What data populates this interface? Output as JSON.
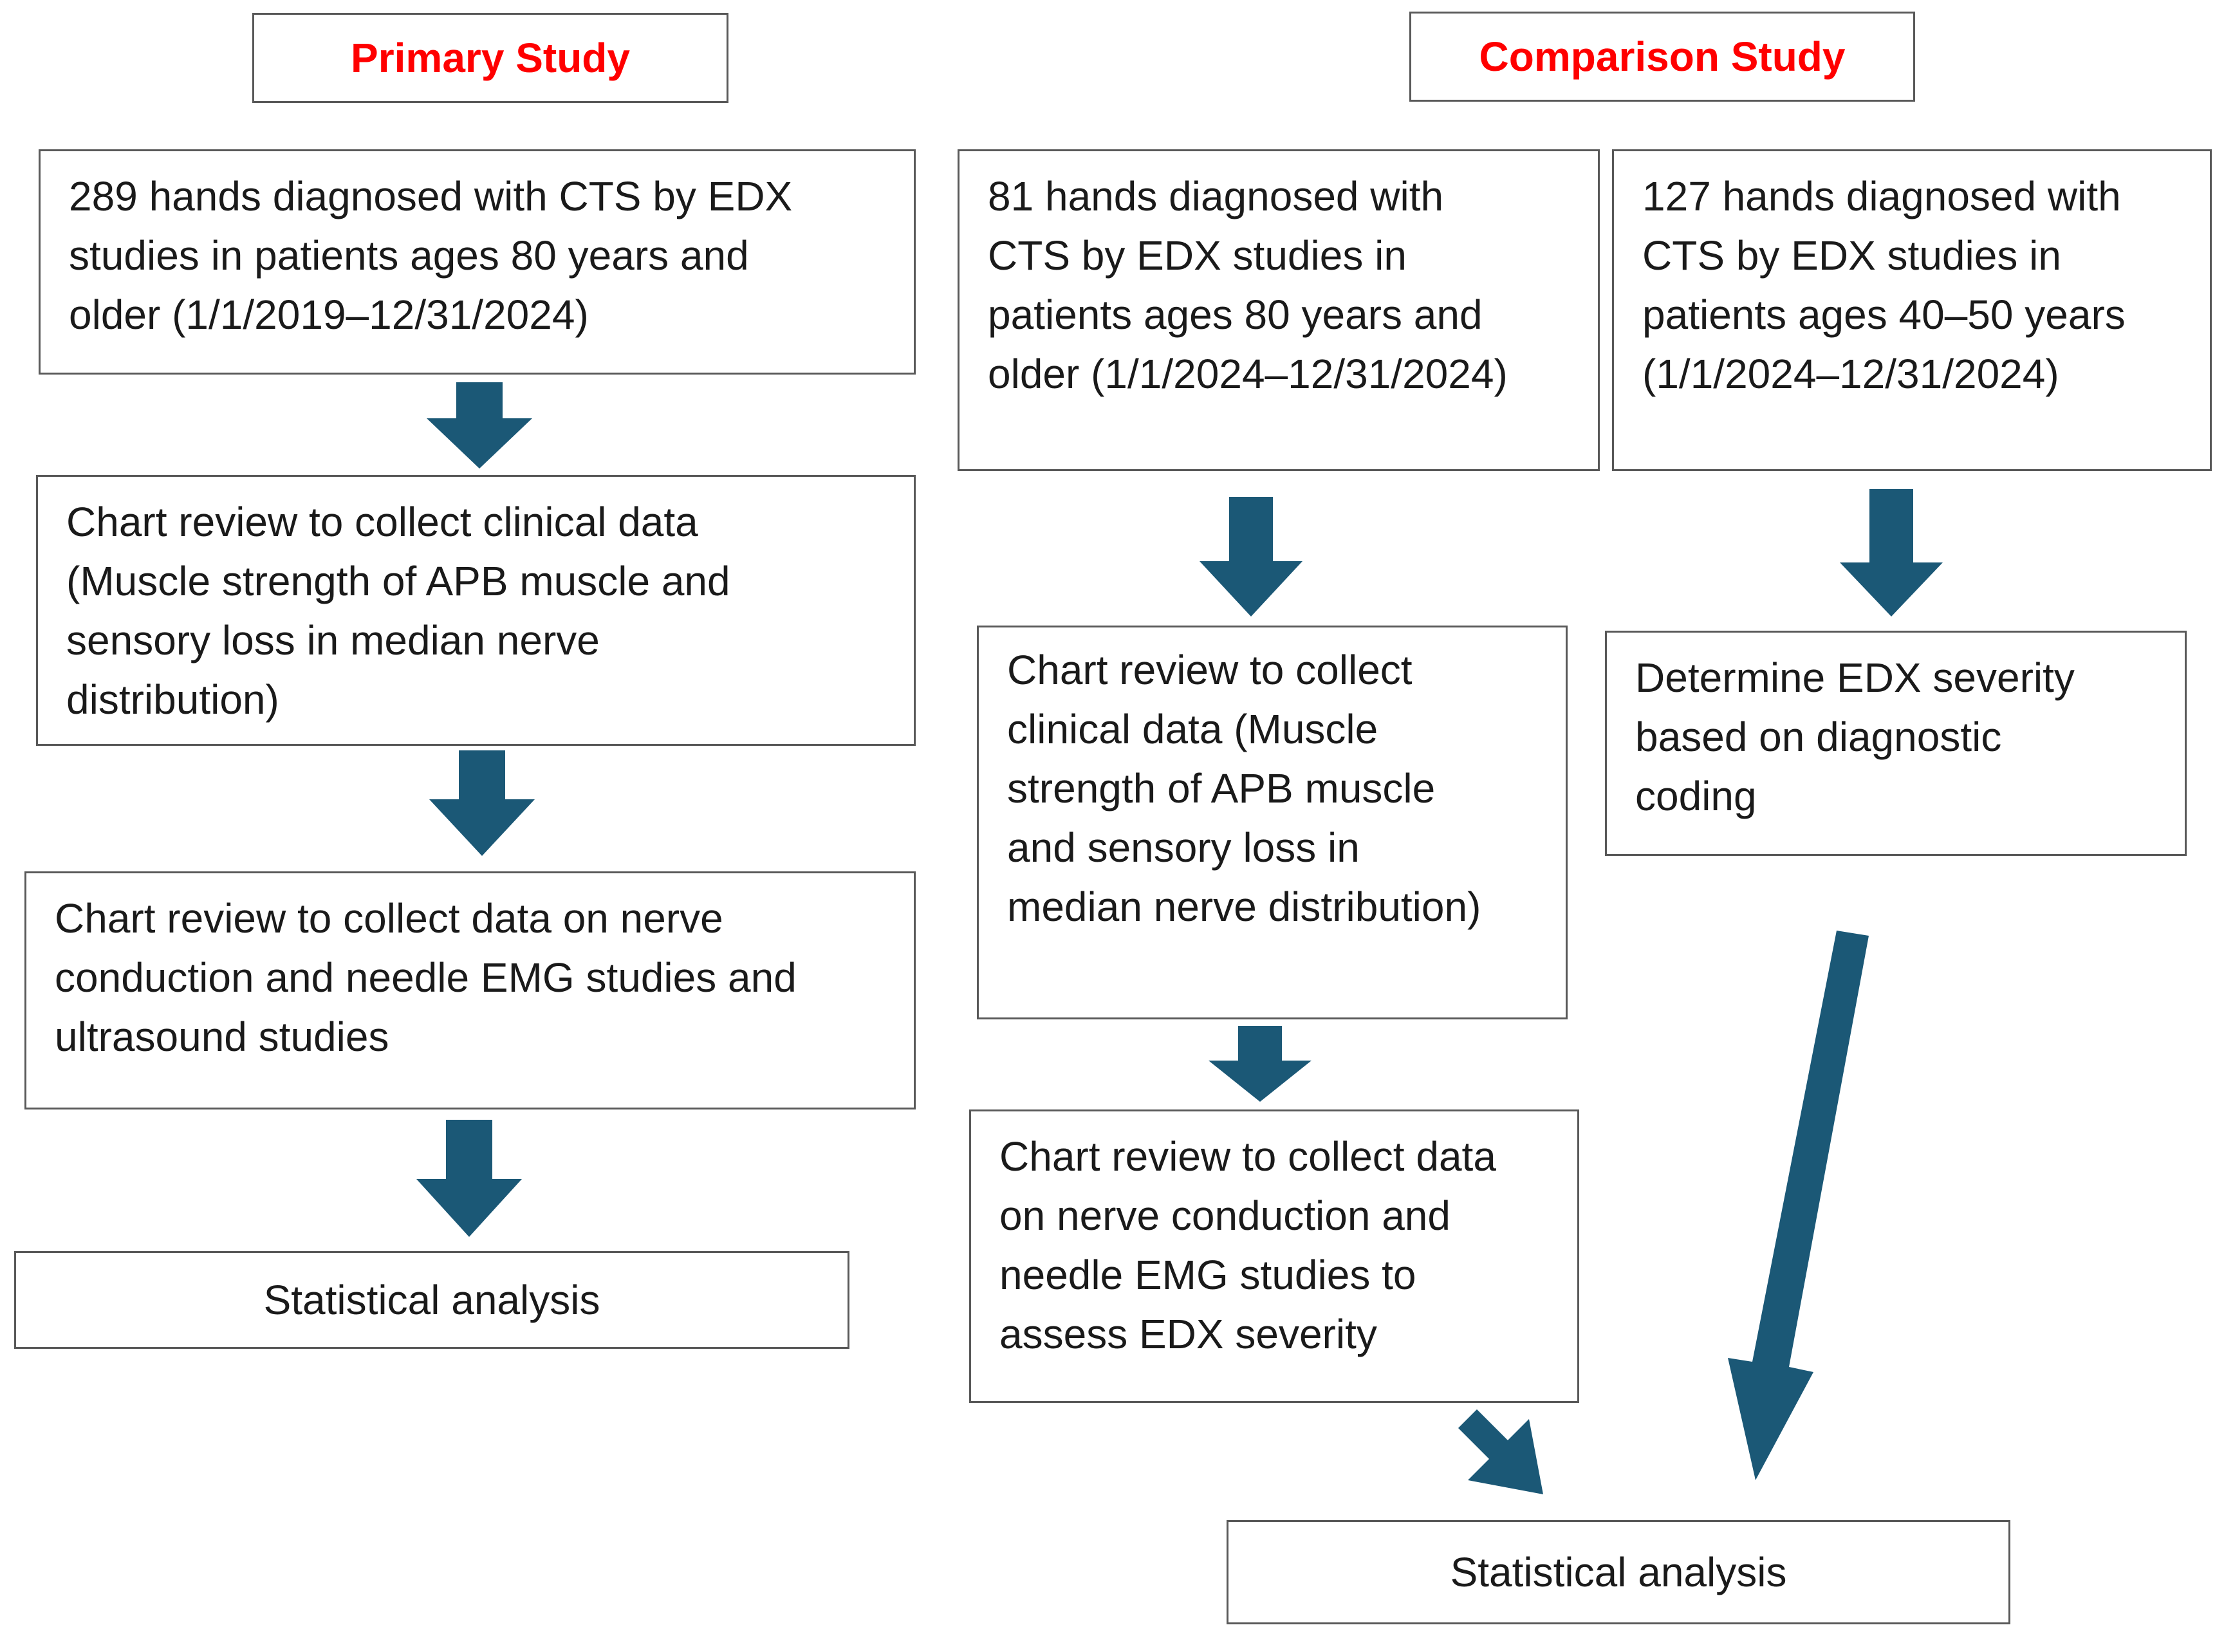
{
  "colors": {
    "arrow": "#1b5876",
    "header_text": "#ff0000",
    "border": "#595959"
  },
  "headers": {
    "primary": "Primary Study",
    "comparison": "Comparison Study"
  },
  "primary": {
    "step1": "289 hands diagnosed with CTS by EDX\nstudies in patients ages 80 years and\nolder (1/1/2019–12/31/2024)",
    "step2": "Chart review to collect clinical data\n(Muscle strength of APB muscle and\nsensory loss in median nerve\ndistribution)",
    "step3": "Chart review to collect data on nerve\nconduction and needle EMG studies and\nultrasound studies",
    "step4": "Statistical analysis"
  },
  "comparison": {
    "older": {
      "step1": "81 hands diagnosed with\nCTS by EDX studies in\npatients ages 80 years and\nolder (1/1/2024–12/31/2024)",
      "step2": "Chart review to collect\nclinical data (Muscle\nstrength of APB muscle\nand sensory loss in\nmedian nerve distribution)",
      "step3": "Chart review to collect data\non nerve conduction and\nneedle EMG studies to\nassess EDX severity"
    },
    "younger": {
      "step1": "127 hands diagnosed with\nCTS by EDX studies in\npatients ages 40–50 years\n(1/1/2024–12/31/2024)",
      "step2": "Determine EDX severity\nbased on diagnostic\ncoding"
    },
    "final": "Statistical analysis"
  }
}
